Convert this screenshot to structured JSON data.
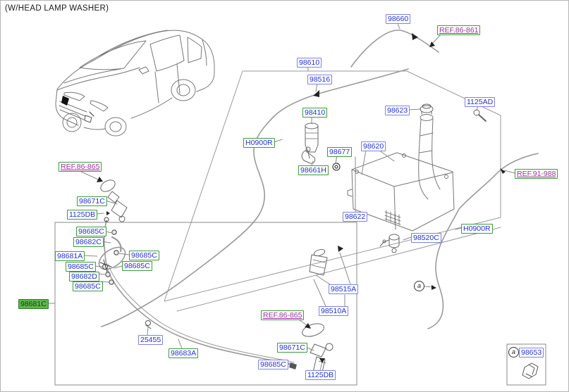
{
  "title": "(W/HEAD LAMP WASHER)",
  "colors": {
    "label_text_blue": "#2233cc",
    "label_border_blue": "#8080e8",
    "label_border_green": "#3d9a3d",
    "ref_text_purple": "#993399",
    "highlight_fill": "#5cb848",
    "highlight_border": "#2c7a2c",
    "lineart_gray": "#888888"
  },
  "labels": [
    {
      "text": "98660"
    },
    {
      "text": "REF.86-861"
    },
    {
      "text": "98610"
    },
    {
      "text": "98516"
    },
    {
      "text": "98410"
    },
    {
      "text": "98623"
    },
    {
      "text": "1125AD"
    },
    {
      "text": "H0900R"
    },
    {
      "text": "98677"
    },
    {
      "text": "98620"
    },
    {
      "text": "98661H"
    },
    {
      "text": "REF.91-988"
    },
    {
      "text": "REF.86-865"
    },
    {
      "text": "98671C"
    },
    {
      "text": "1125DB"
    },
    {
      "text": "98685C"
    },
    {
      "text": "98682C"
    },
    {
      "text": "98681A"
    },
    {
      "text": "98685C"
    },
    {
      "text": "98685C"
    },
    {
      "text": "98685C"
    },
    {
      "text": "98682D"
    },
    {
      "text": "98685C"
    },
    {
      "text": "98681C"
    },
    {
      "text": "98622"
    },
    {
      "text": "98520C"
    },
    {
      "text": "H0900R"
    },
    {
      "text": "98515A"
    },
    {
      "text": "98510A"
    },
    {
      "text": "REF.86-865"
    },
    {
      "text": "25455"
    },
    {
      "text": "98683A"
    },
    {
      "text": "98671C"
    },
    {
      "text": "98685C"
    },
    {
      "text": "1125DB"
    },
    {
      "text": "98653"
    }
  ],
  "markers": {
    "a": "a"
  }
}
